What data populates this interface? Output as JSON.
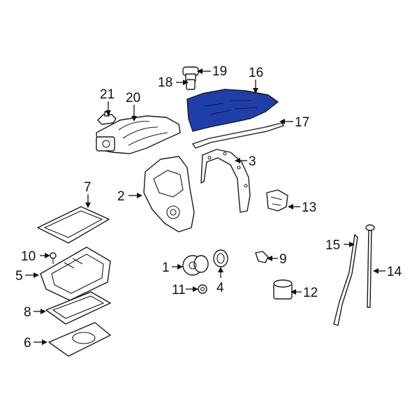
{
  "highlight_color": "#1f3ea8",
  "callouts": {
    "c1": "1",
    "c2": "2",
    "c3": "3",
    "c4": "4",
    "c5": "5",
    "c6": "6",
    "c7": "7",
    "c8": "8",
    "c9": "9",
    "c10": "10",
    "c11": "11",
    "c12": "12",
    "c13": "13",
    "c14": "14",
    "c15": "15",
    "c16": "16",
    "c17": "17",
    "c18": "18",
    "c19": "19",
    "c20": "20",
    "c21": "21"
  }
}
